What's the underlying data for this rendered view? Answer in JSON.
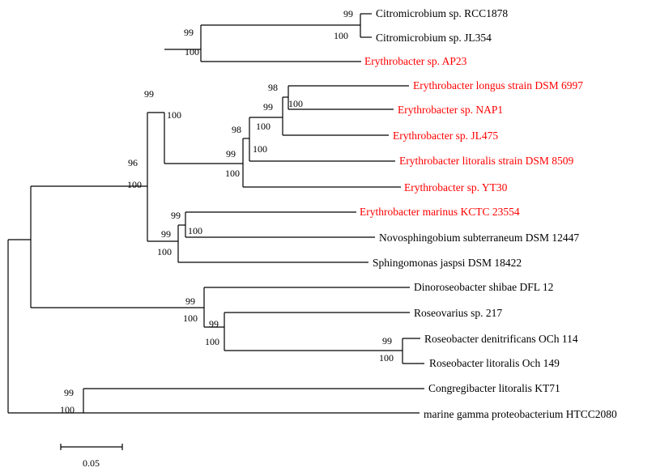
{
  "colors": {
    "highlight": "#ff0000",
    "default": "#000000",
    "line": "#000000"
  },
  "taxa": [
    {
      "label": "Citromicrobium  sp. RCC1878",
      "highlight": false
    },
    {
      "label": "Citromicrobium  sp. JL354",
      "highlight": false
    },
    {
      "label": "Erythrobacter sp. AP23",
      "highlight": true
    },
    {
      "label": "Erythrobacter longus strain DSM 6997",
      "highlight": true
    },
    {
      "label": "Erythrobacter sp. NAP1",
      "highlight": true
    },
    {
      "label": "Erythrobacter sp. JL475",
      "highlight": true
    },
    {
      "label": "Erythrobacter litoralis  strain DSM 8509",
      "highlight": true
    },
    {
      "label": "Erythrobacter sp. YT30",
      "highlight": true
    },
    {
      "label": "Erythrobacter marinus  KCTC 23554",
      "highlight": true
    },
    {
      "label": "Novosphingobium subterraneum DSM 12447",
      "highlight": false
    },
    {
      "label": "Sphingomonas jaspsi DSM  18422",
      "highlight": false
    },
    {
      "label": "Dinoroseobacter shibae DFL  12",
      "highlight": false
    },
    {
      "label": "Roseovarius sp. 217",
      "highlight": false
    },
    {
      "label": "Roseobacter denitrificans  OCh 114",
      "highlight": false
    },
    {
      "label": "Roseobacter litoralis  Och 149",
      "highlight": false
    },
    {
      "label": "Congregibacter litoralis  KT71",
      "highlight": false
    },
    {
      "label": "marine  gamma  proteobacterium  HTCC2080",
      "highlight": false
    }
  ],
  "supports": [
    {
      "above": "99",
      "below": "100"
    },
    {
      "above": "99",
      "below": "100"
    },
    {
      "above": "99",
      "below": "100"
    },
    {
      "above": "98",
      "below": "100"
    },
    {
      "above": "99",
      "below": "100"
    },
    {
      "above": "98",
      "below": "100"
    },
    {
      "above": "99",
      "below": "100"
    },
    {
      "above": "96",
      "below": "100"
    },
    {
      "above": "99",
      "below": "100"
    },
    {
      "above": "99",
      "below": "100"
    },
    {
      "above": "99",
      "below": "100"
    },
    {
      "above": "99",
      "below": "100"
    },
    {
      "above": "99",
      "below": "100"
    },
    {
      "above": "99",
      "below": "100"
    }
  ],
  "scale_bar": {
    "label": "0.05",
    "value": 0.05
  }
}
